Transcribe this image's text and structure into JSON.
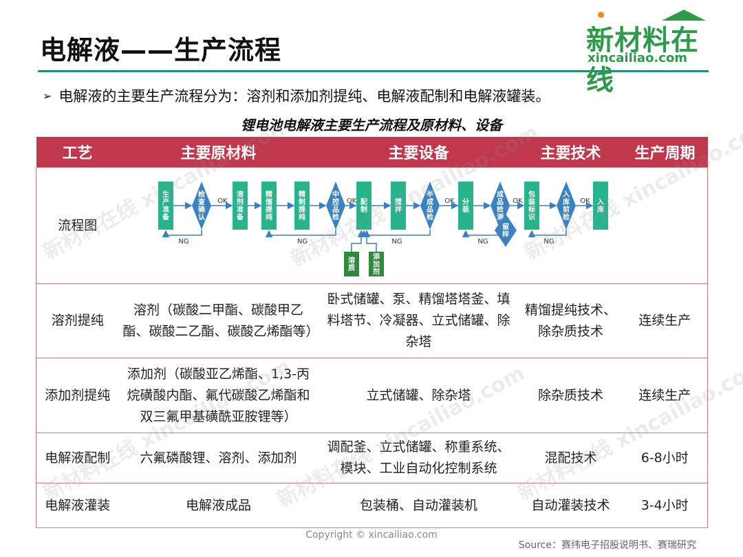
{
  "title": "电解液——生产流程",
  "logo": {
    "cn": "新材料在线",
    "en": "xincailiao.com"
  },
  "bullet": "电解液的主要生产流程分为：溶剂和添加剂提纯、电解液配制和电解液罐装。",
  "caption": "锂电池电解液主要生产流程及原材料、设备",
  "table": {
    "headers": [
      "工艺",
      "主要原材料",
      "主要设备",
      "主要技术",
      "生产周期"
    ],
    "flow_label": "流程图",
    "rows": [
      {
        "process": "溶剂提纯",
        "materials": "溶剂（碳酸二甲酯、碳酸甲乙酯、碳酸二乙酯、碳酸乙烯酯等）",
        "equipment": "卧式储罐、泵、精馏塔塔釜、填料塔节、冷凝器、立式储罐、除杂塔",
        "tech": "精馏提纯技术、除杂质技术",
        "cycle": "连续生产"
      },
      {
        "process": "添加剂提纯",
        "materials": "添加剂（碳酸亚乙烯酯、1,3-丙烷磺酸内酯、氟代碳酸乙烯酯和双三氟甲基磺酰亚胺锂等）",
        "equipment": "立式储罐、除杂塔",
        "tech": "除杂质技术",
        "cycle": "连续生产"
      },
      {
        "process": "电解液配制",
        "materials": "六氟磷酸锂、溶剂、添加剂",
        "equipment": "调配釜、立式储罐、称重系统、模块、工业自动化控制系统",
        "tech": "混配技术",
        "cycle": "6-8小时"
      },
      {
        "process": "电解液灌装",
        "materials": "电解液成品",
        "equipment": "包装桶、自动灌装机",
        "tech": "自动灌装技术",
        "cycle": "3-4小时"
      }
    ]
  },
  "flow": {
    "steps": [
      {
        "kind": "rect",
        "label": "生产准备"
      },
      {
        "kind": "diamond",
        "label": "检查确认"
      },
      {
        "kind": "rect",
        "label": "溶剂准备"
      },
      {
        "kind": "rect",
        "label": "精馏提纯"
      },
      {
        "kind": "rect",
        "label": "精制提纯"
      },
      {
        "kind": "diamond",
        "label": "中控品检"
      },
      {
        "kind": "rect",
        "label": "配制"
      },
      {
        "kind": "rect",
        "label": "搅拌"
      },
      {
        "kind": "diamond",
        "label": "半成品检"
      },
      {
        "kind": "rect",
        "label": "分装"
      },
      {
        "kind": "diamond",
        "label": "成品检测"
      },
      {
        "kind": "rect",
        "label": "包装标识"
      },
      {
        "kind": "diamond",
        "label": "入库前检"
      },
      {
        "kind": "rect",
        "label": "入库"
      }
    ],
    "ok": "OK",
    "ng": "NG",
    "inputs": [
      "溶质",
      "添加剂"
    ],
    "sample": "留样",
    "colors": {
      "rect": "#27b38c",
      "diamond": "#3a82c4",
      "input": "#2e8b3e",
      "arrow": "#3a7fc4"
    }
  },
  "watermark": "新材料在线 xincailiao.com",
  "copyright": "Copyright © xincailiao.com",
  "source": "Source：赛纬电子招股说明书、赛瑞研究"
}
